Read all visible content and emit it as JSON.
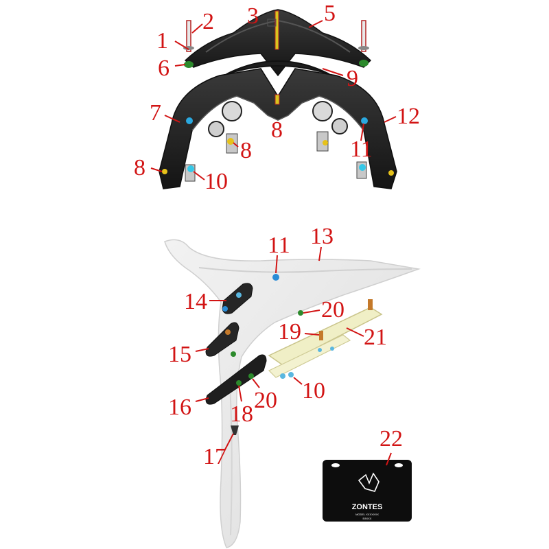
{
  "diagram": {
    "callouts": [
      {
        "id": "c1a",
        "label": "1"
      },
      {
        "id": "c2a",
        "label": "2"
      },
      {
        "id": "c3a",
        "label": "3"
      },
      {
        "id": "c5a",
        "label": "5"
      },
      {
        "id": "c6a",
        "label": "6"
      },
      {
        "id": "c9a",
        "label": "9"
      },
      {
        "id": "c7a",
        "label": "7"
      },
      {
        "id": "c12a",
        "label": "12"
      },
      {
        "id": "c8a",
        "label": "8"
      },
      {
        "id": "c8b",
        "label": "8"
      },
      {
        "id": "c8c",
        "label": "8"
      },
      {
        "id": "c11a",
        "label": "11"
      },
      {
        "id": "c10a",
        "label": "10"
      },
      {
        "id": "c11b",
        "label": "11"
      },
      {
        "id": "c13a",
        "label": "13"
      },
      {
        "id": "c14a",
        "label": "14"
      },
      {
        "id": "c20a",
        "label": "20"
      },
      {
        "id": "c19a",
        "label": "19"
      },
      {
        "id": "c21a",
        "label": "21"
      },
      {
        "id": "c15a",
        "label": "15"
      },
      {
        "id": "c10b",
        "label": "10"
      },
      {
        "id": "c16a",
        "label": "16"
      },
      {
        "id": "c20b",
        "label": "20"
      },
      {
        "id": "c18a",
        "label": "18"
      },
      {
        "id": "c17a",
        "label": "17"
      },
      {
        "id": "c22a",
        "label": "22"
      }
    ],
    "plate": {
      "brand": "ZONTES",
      "small_line_1": "MODEL XXXXXXX",
      "small_line_2": "E8XXX"
    },
    "colors": {
      "callout": "#d21414",
      "bracket": "#262626",
      "fairing": "#e6e6e6",
      "plate": "#0d0d0d"
    }
  }
}
